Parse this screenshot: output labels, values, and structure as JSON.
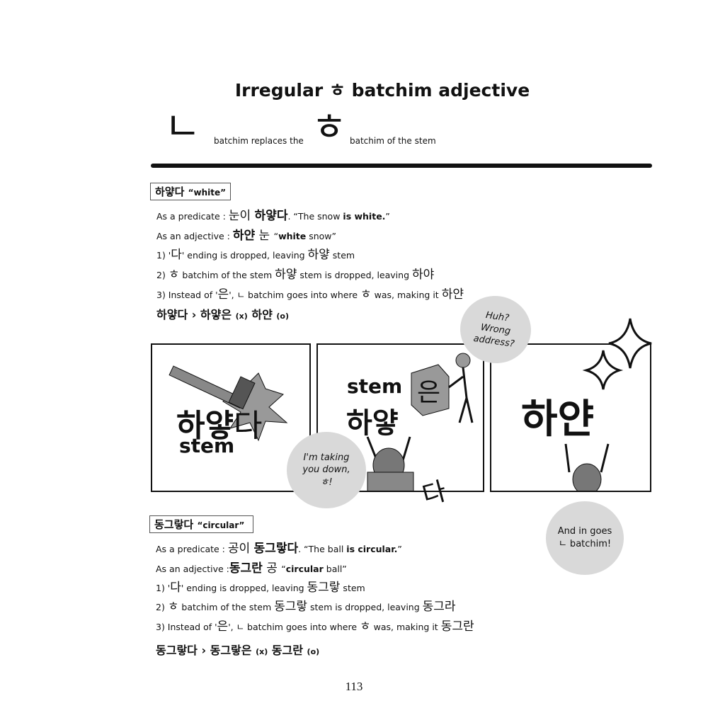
{
  "title": "Irregular ㅎ batchim adjective",
  "subtitle": {
    "nieun": "ㄴ",
    "text1": "batchim replaces the",
    "hieut": "ㅎ",
    "text2": "batchim of the stem"
  },
  "section1": {
    "word": "하얗다",
    "meaning": "“white”",
    "lines": [
      [
        [
          "As a predicate :  ",
          ""
        ],
        [
          "눈이 ",
          "k"
        ],
        [
          "하얗다",
          "kb"
        ],
        [
          ". “The snow ",
          ""
        ],
        [
          "is white.",
          "b"
        ],
        [
          "”",
          ""
        ]
      ],
      [
        [
          "As an adjective : ",
          ""
        ],
        [
          "하얀",
          "kb"
        ],
        [
          " 눈 ",
          "k"
        ],
        [
          "“",
          ""
        ],
        [
          "white",
          "b"
        ],
        [
          " snow”",
          ""
        ]
      ],
      [
        [
          "1) '",
          ""
        ],
        [
          "다",
          "k"
        ],
        [
          "' ending is dropped, leaving ",
          ""
        ],
        [
          "하얗",
          "k"
        ],
        [
          " stem",
          ""
        ]
      ],
      [
        [
          "2) ",
          ""
        ],
        [
          "ㅎ",
          "k"
        ],
        [
          " batchim of the stem ",
          ""
        ],
        [
          "하얗",
          "k"
        ],
        [
          " stem is dropped, leaving ",
          ""
        ],
        [
          "하야",
          "k"
        ]
      ],
      [
        [
          "3) Instead of '",
          ""
        ],
        [
          "은",
          "k"
        ],
        [
          "', ㄴ batchim goes into where ",
          ""
        ],
        [
          "ㅎ",
          "k"
        ],
        [
          " was, making it ",
          ""
        ],
        [
          "하얀",
          "k"
        ]
      ]
    ],
    "summary": [
      [
        "하얗다 › 하얗은 ",
        ""
      ],
      [
        "(x)",
        "s"
      ],
      [
        " 하얀 ",
        ""
      ],
      [
        "(o)",
        "s"
      ]
    ]
  },
  "comic": {
    "panel1": {
      "word": "하얗",
      "ending": "다",
      "label": "stem"
    },
    "panel2": {
      "label": "stem",
      "word": "하얗",
      "block": "은",
      "falling": "다"
    },
    "panel3": {
      "word": "하얀"
    },
    "bubbles": {
      "huh": "Huh?\nWrong\naddress?",
      "taking": "I'm taking\nyou down,\nㅎ!",
      "goes": "And in goes\nㄴ batchim!"
    }
  },
  "section2": {
    "word": "동그랗다",
    "meaning": "“circular”",
    "lines": [
      [
        [
          "As a predicate :  ",
          ""
        ],
        [
          "공이 ",
          "k"
        ],
        [
          "동그랗다",
          "kb"
        ],
        [
          ". “The ball ",
          ""
        ],
        [
          "is circular.",
          "b"
        ],
        [
          "”",
          ""
        ]
      ],
      [
        [
          "As an adjective :",
          ""
        ],
        [
          "동그란",
          "kb"
        ],
        [
          " 공 ",
          "k"
        ],
        [
          "“",
          ""
        ],
        [
          "circular",
          "b"
        ],
        [
          " ball”",
          ""
        ]
      ],
      [
        [
          "1) '",
          ""
        ],
        [
          "다",
          "k"
        ],
        [
          "' ending is dropped, leaving ",
          ""
        ],
        [
          "동그랗",
          "k"
        ],
        [
          " stem",
          ""
        ]
      ],
      [
        [
          "2) ",
          ""
        ],
        [
          "ㅎ",
          "k"
        ],
        [
          " batchim of the stem ",
          ""
        ],
        [
          "동그랗",
          "k"
        ],
        [
          " stem is dropped, leaving ",
          ""
        ],
        [
          "동그라",
          "k"
        ]
      ],
      [
        [
          "3) Instead of '",
          ""
        ],
        [
          "은",
          "k"
        ],
        [
          "', ㄴ batchim goes into where ",
          ""
        ],
        [
          "ㅎ",
          "k"
        ],
        [
          " was, making it ",
          ""
        ],
        [
          "동그란",
          "k"
        ]
      ]
    ],
    "summary": [
      [
        "동그랗다 › 동그랗은 ",
        ""
      ],
      [
        "(x)",
        "s"
      ],
      [
        " 동그란 ",
        ""
      ],
      [
        "(o)",
        "s"
      ]
    ]
  },
  "page_number": "113"
}
